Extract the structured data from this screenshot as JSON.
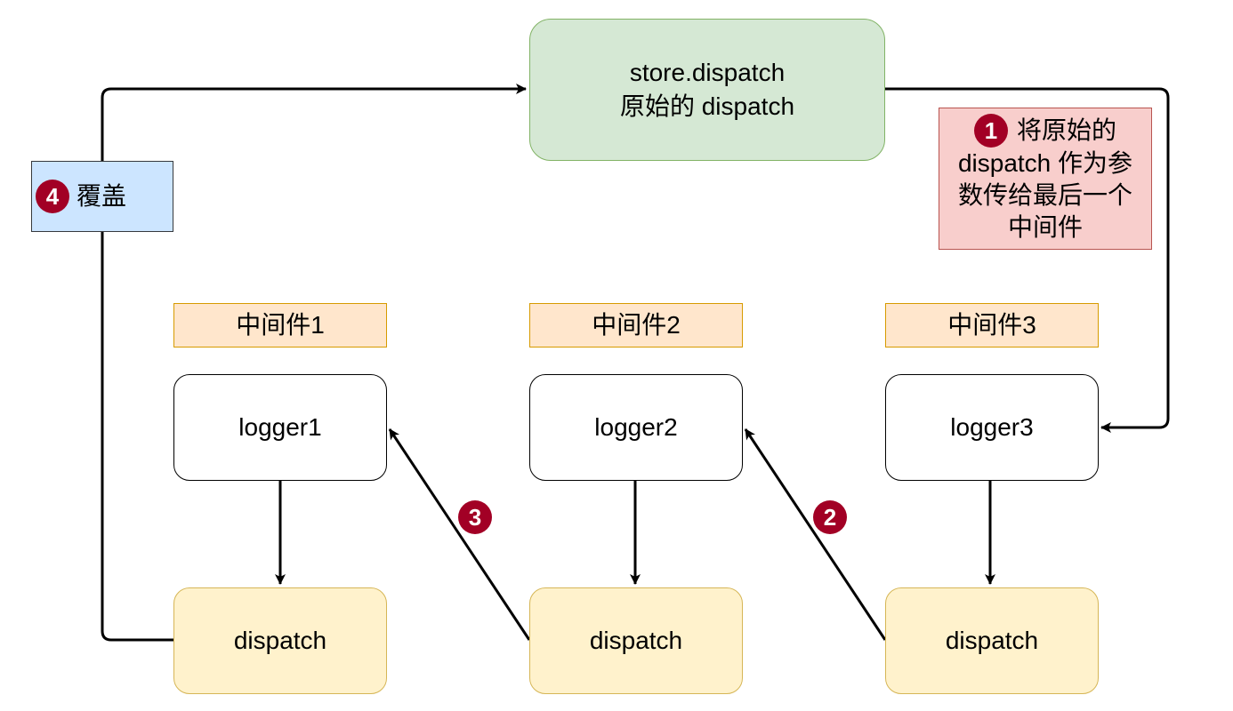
{
  "store": {
    "line1": "store.dispatch",
    "line2": "原始的 dispatch"
  },
  "middlewares": [
    {
      "label": "中间件1",
      "logger": "logger1",
      "dispatch": "dispatch"
    },
    {
      "label": "中间件2",
      "logger": "logger2",
      "dispatch": "dispatch"
    },
    {
      "label": "中间件3",
      "logger": "logger3",
      "dispatch": "dispatch"
    }
  ],
  "notes": {
    "step1": {
      "number": "1",
      "line1": "将原始的",
      "line2": "dispatch 作为参",
      "line3": "数传给最后一个",
      "line4": "中间件"
    },
    "step2": {
      "number": "2"
    },
    "step3": {
      "number": "3"
    },
    "step4": {
      "number": "4",
      "text": "覆盖"
    }
  },
  "colors": {
    "store_fill": "#d5e8d4",
    "store_stroke": "#82b366",
    "middleware_label_fill": "#ffe6cc",
    "middleware_label_stroke": "#d79b00",
    "dispatch_fill": "#fff2cc",
    "dispatch_stroke": "#d6b656",
    "note_red_fill": "#f8cecc",
    "note_red_stroke": "#b85450",
    "note_blue_fill": "#cce5ff",
    "badge_fill": "#a20025",
    "edge": "#000000"
  }
}
